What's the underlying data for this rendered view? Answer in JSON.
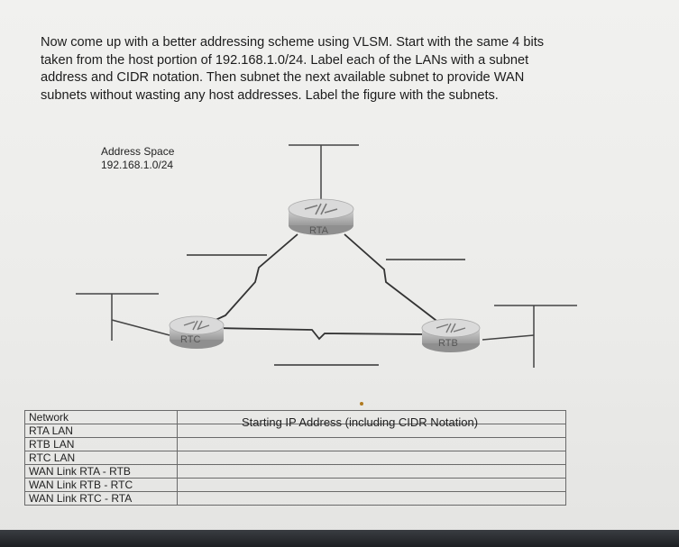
{
  "instructions": {
    "lines": [
      "Now come up with a better addressing scheme using VLSM. Start with the same 4 bits",
      "taken from the host portion of 192.168.1.0/24. Label each of the LANs with a subnet",
      "address and CIDR notation. Then subnet the next available subnet to provide WAN",
      "subnets without wasting any host addresses. Label the figure with the subnets."
    ]
  },
  "diagram": {
    "address_space_label": "Address Space",
    "address_space_value": "192.168.1.0/24",
    "routers": {
      "rta": "RTA",
      "rtb": "RTB",
      "rtc": "RTC"
    }
  },
  "table": {
    "header_network": "Network",
    "header_start": "Starting IP Address (including CIDR Notation)",
    "rows": [
      {
        "network": "RTA LAN",
        "start": ""
      },
      {
        "network": "RTB LAN",
        "start": ""
      },
      {
        "network": "RTC LAN",
        "start": ""
      },
      {
        "network": "WAN Link RTA - RTB",
        "start": ""
      },
      {
        "network": "WAN Link RTB - RTC",
        "start": ""
      },
      {
        "network": "WAN Link RTC - RTA",
        "start": ""
      }
    ]
  }
}
